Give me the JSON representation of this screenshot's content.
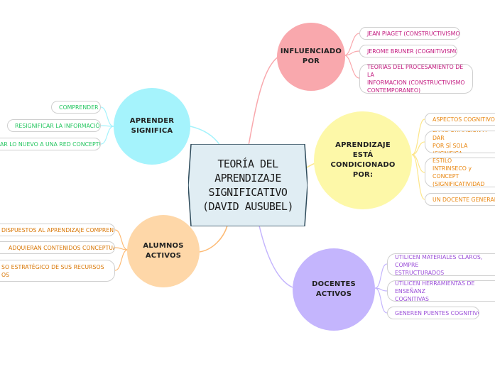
{
  "central": {
    "title": "TEORÍA DEL APRENDIZAJE SIGNIFICATIVO (DAVID AUSUBEL)"
  },
  "nodes": {
    "influenciado": {
      "label": "INFLUENCIADO POR",
      "color": "#f9a8ad",
      "items": [
        "JEAN PIAGET (CONSTRUCTIVISMO)",
        "JEROME BRUNER (COGNITIVISMO)",
        "TEORIAS DEL PROCESAMIENTO DE LA\nINFORMACION (CONSTRUCTIVISMO\nCONTEMPORANEO)"
      ]
    },
    "condicionado": {
      "label": "APRENDIZAJE ESTÁ CONDICIONADO POR:",
      "color": "#fdf8a8",
      "items": [
        "ASPECTOS COGNITIVOS-AF",
        "LA INFORMACIÓN A DAR\nPOR SÍ SOLA (SIGNIFICA",
        "UN ALUMNO CON ESTILO\nINTRINSECO y CONCEPT\n(SIGNIFICATIVIDAD PSI",
        "UN DOCENTE GENERADOR"
      ]
    },
    "docentes": {
      "label": "DOCENTES ACTIVOS",
      "color": "#c4b5fd",
      "items": [
        "UTILICEN MATERIALES CLAROS, COMPRE\nESTRUCTURADOS",
        "UTILICEN HERRAMIENTAS DE ENSEÑANZ\nCOGNITIVAS",
        "GENEREN PUENTES COGNITIVOS"
      ]
    },
    "alumnos": {
      "label": "ALUMNOS ACTIVOS",
      "color": "#fed7a8",
      "items": [
        "DISPUESTOS AL APRENDIZAJE COMPRENSIVO",
        "ADQUIERAN CONTENIDOS CONCEPTUALES",
        "SO ESTRATÉGICO DE SUS RECURSOS\nOS"
      ]
    },
    "aprender": {
      "label": "APRENDER SIGNIFICA",
      "color": "#a5f3fc",
      "items": [
        "COMPRENDER",
        "RESIGNIFICAR LA INFORMACIÓN",
        "AR LO NUEVO A UNA RED CONCEPTUAL"
      ]
    }
  },
  "colors": {
    "influenciado_link": "#f9a8ad",
    "condicionado_link": "#fde68a",
    "docentes_link": "#c4b5fd",
    "alumnos_link": "#fdba74",
    "aprender_link": "#a5f3fc",
    "central_fill": "#e0edf3",
    "central_border": "#2d4a5a"
  }
}
